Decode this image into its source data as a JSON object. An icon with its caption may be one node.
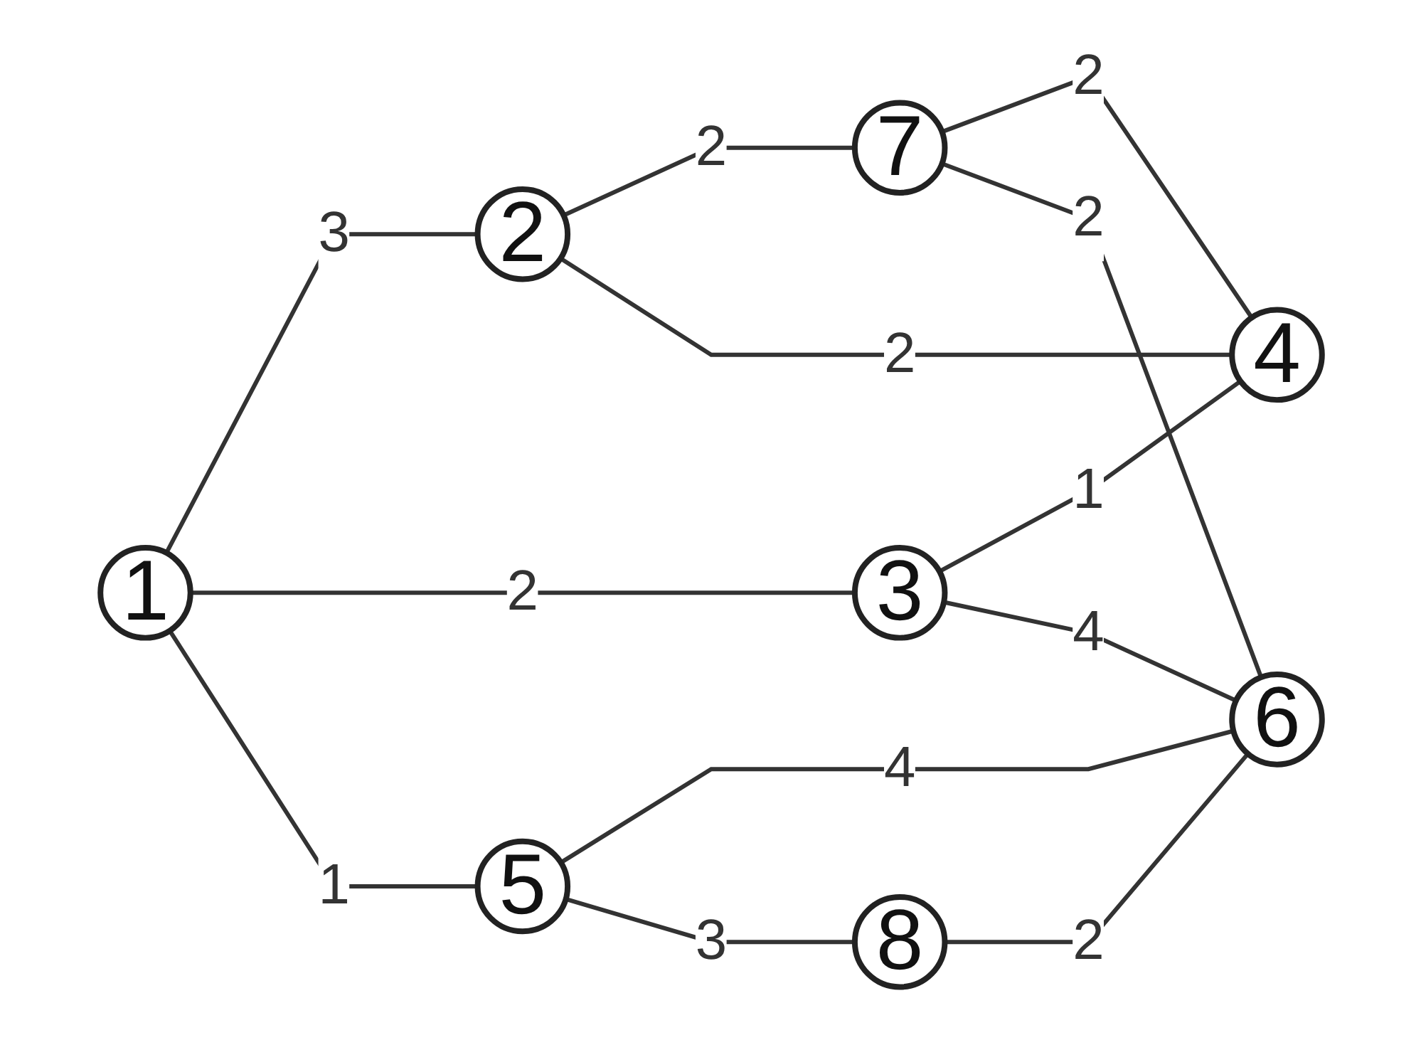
{
  "diagram": {
    "nodes": [
      {
        "text": [
          "1"
        ]
      },
      {
        "text": [
          "2"
        ]
      },
      {
        "text": [
          "3"
        ]
      },
      {
        "text": [
          "4"
        ]
      },
      {
        "text": [
          "5"
        ]
      },
      {
        "text": [
          "6"
        ]
      },
      {
        "text": [
          "7"
        ]
      },
      {
        "text": [
          "8"
        ]
      }
    ],
    "edges": [
      {
        "from": 0,
        "to": 1,
        "arrow": "none",
        "label": "3"
      },
      {
        "from": 0,
        "to": 2,
        "arrow": "none",
        "label": "2"
      },
      {
        "from": 0,
        "to": 4,
        "arrow": "none",
        "label": "1"
      },
      {
        "from": 1,
        "to": 6,
        "arrow": "none",
        "label": "2"
      },
      {
        "from": 1,
        "to": 3,
        "arrow": "none",
        "label": "2"
      },
      {
        "from": 6,
        "to": 3,
        "arrow": "none",
        "label": "2"
      },
      {
        "from": 2,
        "to": 3,
        "arrow": "none",
        "label": "1"
      },
      {
        "from": 2,
        "to": 5,
        "arrow": "none",
        "label": "4"
      },
      {
        "from": 4,
        "to": 5,
        "arrow": "none",
        "label": "4"
      },
      {
        "from": 4,
        "to": 7,
        "arrow": "none",
        "label": "3"
      },
      {
        "from": 7,
        "to": 5,
        "arrow": "none",
        "label": "2"
      },
      {
        "from": 6,
        "to": 5,
        "arrow": "none",
        "label": "2"
      }
    ]
  }
}
